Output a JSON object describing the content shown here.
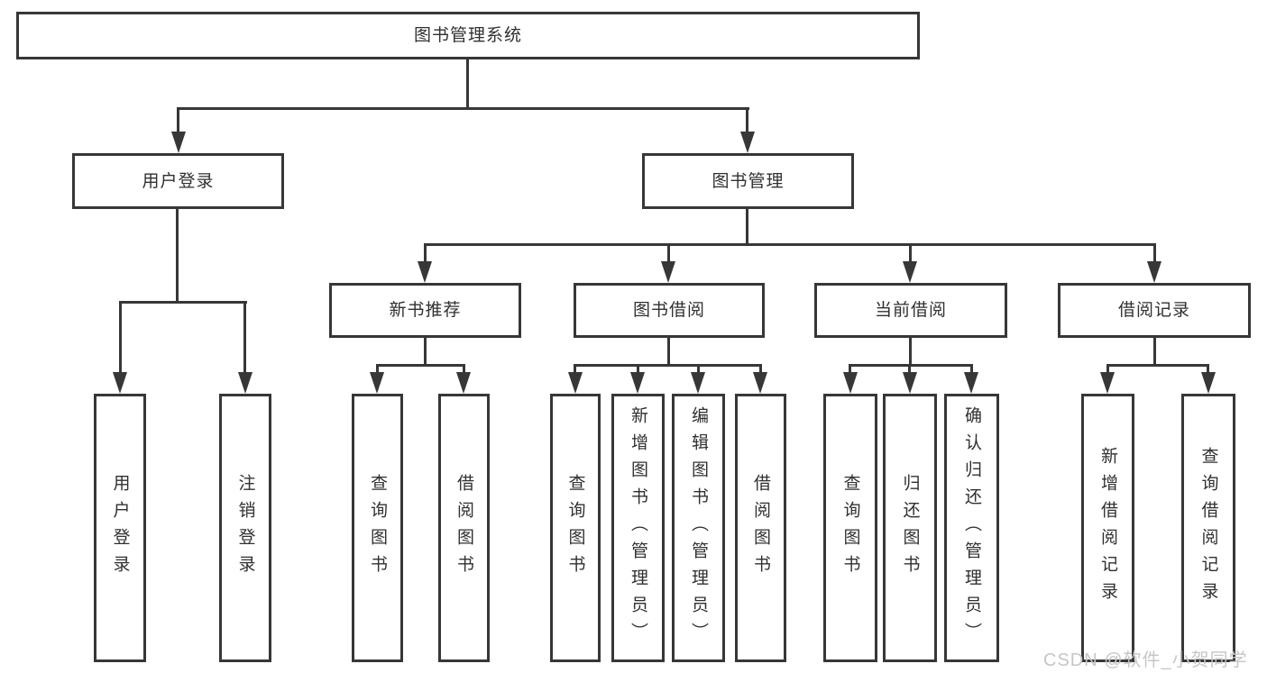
{
  "colors": {
    "line": "#373737",
    "box_border": "#373737",
    "text": "#303030",
    "watermark": "#c6c6c6",
    "background": "#ffffff"
  },
  "watermark": {
    "text": "CSDN @软件_小贺同学"
  },
  "tree": {
    "root": {
      "label": "图书管理系统"
    },
    "branches": [
      {
        "label": "用户登录",
        "children": [
          {
            "label": "用户登录"
          },
          {
            "label": "注销登录"
          }
        ]
      },
      {
        "label": "图书管理",
        "groups": [
          {
            "label": "新书推荐",
            "children": [
              {
                "label": "查询图书"
              },
              {
                "label": "借阅图书"
              }
            ]
          },
          {
            "label": "图书借阅",
            "children": [
              {
                "label": "查询图书"
              },
              {
                "label": "新增图书（管理员）"
              },
              {
                "label": "编辑图书（管理员）"
              },
              {
                "label": "借阅图书"
              }
            ]
          },
          {
            "label": "当前借阅",
            "children": [
              {
                "label": "查询图书"
              },
              {
                "label": "归还图书"
              },
              {
                "label": "确认归还（管理员）"
              }
            ]
          },
          {
            "label": "借阅记录",
            "children": [
              {
                "label": "新增借阅记录"
              },
              {
                "label": "查询借阅记录"
              }
            ]
          }
        ]
      }
    ]
  }
}
